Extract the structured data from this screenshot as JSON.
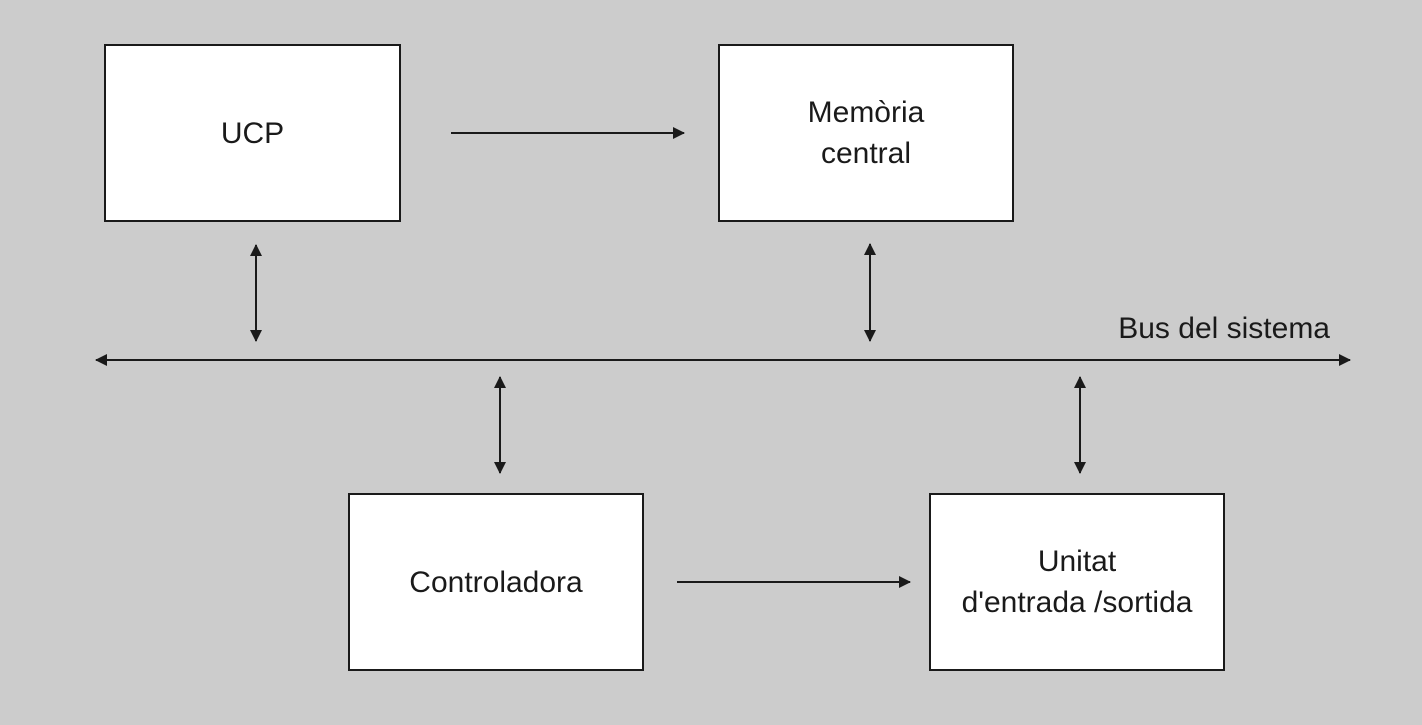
{
  "diagram": {
    "nodes": {
      "ucp": {
        "lines": [
          "UCP"
        ]
      },
      "memory": {
        "lines": [
          "Memòria",
          "central"
        ]
      },
      "controller": {
        "lines": [
          "Controladora"
        ]
      },
      "io_unit": {
        "lines": [
          "Unitat",
          "d'entrada /sortida"
        ]
      }
    },
    "bus": {
      "label": "Bus del sistema"
    },
    "edges": [
      {
        "from": "ucp",
        "to": "memory",
        "type": "one-way"
      },
      {
        "from": "controller",
        "to": "io_unit",
        "type": "one-way"
      },
      {
        "from": "ucp",
        "to": "bus",
        "type": "two-way"
      },
      {
        "from": "memory",
        "to": "bus",
        "type": "two-way"
      },
      {
        "from": "controller",
        "to": "bus",
        "type": "two-way"
      },
      {
        "from": "io_unit",
        "to": "bus",
        "type": "two-way"
      }
    ],
    "colors": {
      "background": "#cccccc",
      "box_fill": "#ffffff",
      "stroke": "#1a1a1a"
    }
  }
}
